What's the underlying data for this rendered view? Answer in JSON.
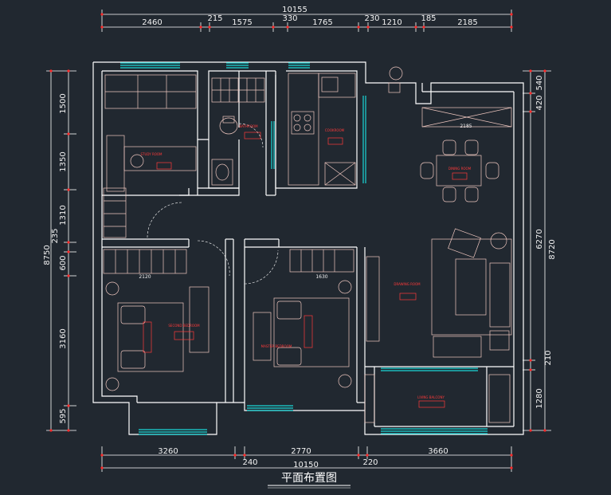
{
  "colors": {
    "background": "#212830",
    "wall": "#ffffff",
    "dimension_line": "#ffffff",
    "tick": "#ff2a2a",
    "window": "#19d6d6",
    "furniture": "#f0c8c0",
    "label": "#ff3a3a"
  },
  "drawing_title": "平面布置图",
  "dimensions": {
    "top_total": "10155",
    "top_segments": [
      "2460",
      "215",
      "1575",
      "330",
      "1765",
      "230",
      "1210",
      "185",
      "2185"
    ],
    "bottom_total": "10150",
    "bottom_segments": [
      "3260",
      "240",
      "2770",
      "220",
      "3660"
    ],
    "left_total": "8750",
    "left_segments": [
      "1500",
      "1350",
      "1310",
      "235",
      "600",
      "3160",
      "595"
    ],
    "right_total": "8720",
    "right_segments": [
      "540",
      "420",
      "6270",
      "210",
      "1280"
    ],
    "inner": [
      "2120",
      "1630",
      "2185"
    ]
  },
  "rooms": [
    {
      "id": "study",
      "label": "STUDY ROOM"
    },
    {
      "id": "bathroom",
      "label": "BATHROOM"
    },
    {
      "id": "cookroom",
      "label": "COOKROOM"
    },
    {
      "id": "dining",
      "label": "DINING ROOM"
    },
    {
      "id": "living",
      "label": "DRAWING ROOM"
    },
    {
      "id": "bed1",
      "label": "SECOND BEDROOM"
    },
    {
      "id": "bed2",
      "label": "MASTER BEDROOM"
    },
    {
      "id": "balcony",
      "label": "LIVING BALCONY"
    }
  ]
}
